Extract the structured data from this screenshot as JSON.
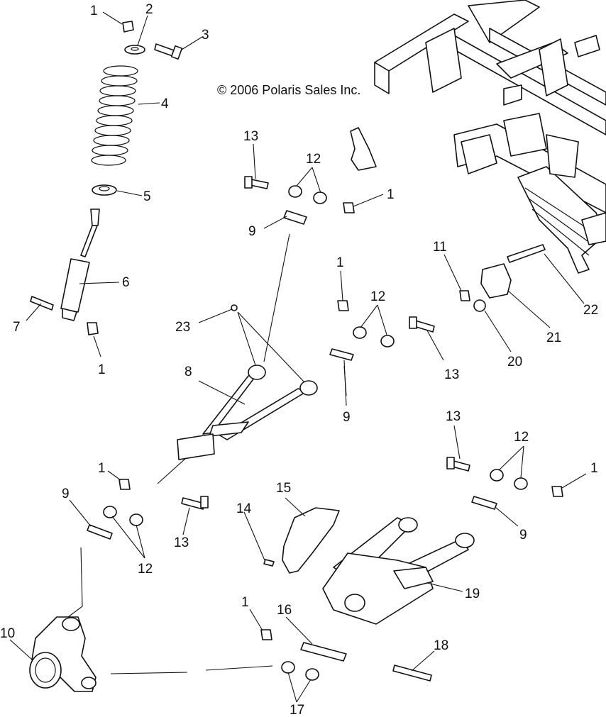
{
  "copyright": "© 2006 Polaris Sales Inc.",
  "callouts": [
    "1",
    "2",
    "3",
    "4",
    "5",
    "6",
    "7",
    "1",
    "13",
    "12",
    "1",
    "9",
    "23",
    "8",
    "1",
    "12",
    "13",
    "9",
    "11",
    "22",
    "21",
    "20",
    "13",
    "12",
    "1",
    "9",
    "1",
    "9",
    "12",
    "13",
    "14",
    "15",
    "19",
    "10",
    "1",
    "16",
    "18",
    "17"
  ]
}
